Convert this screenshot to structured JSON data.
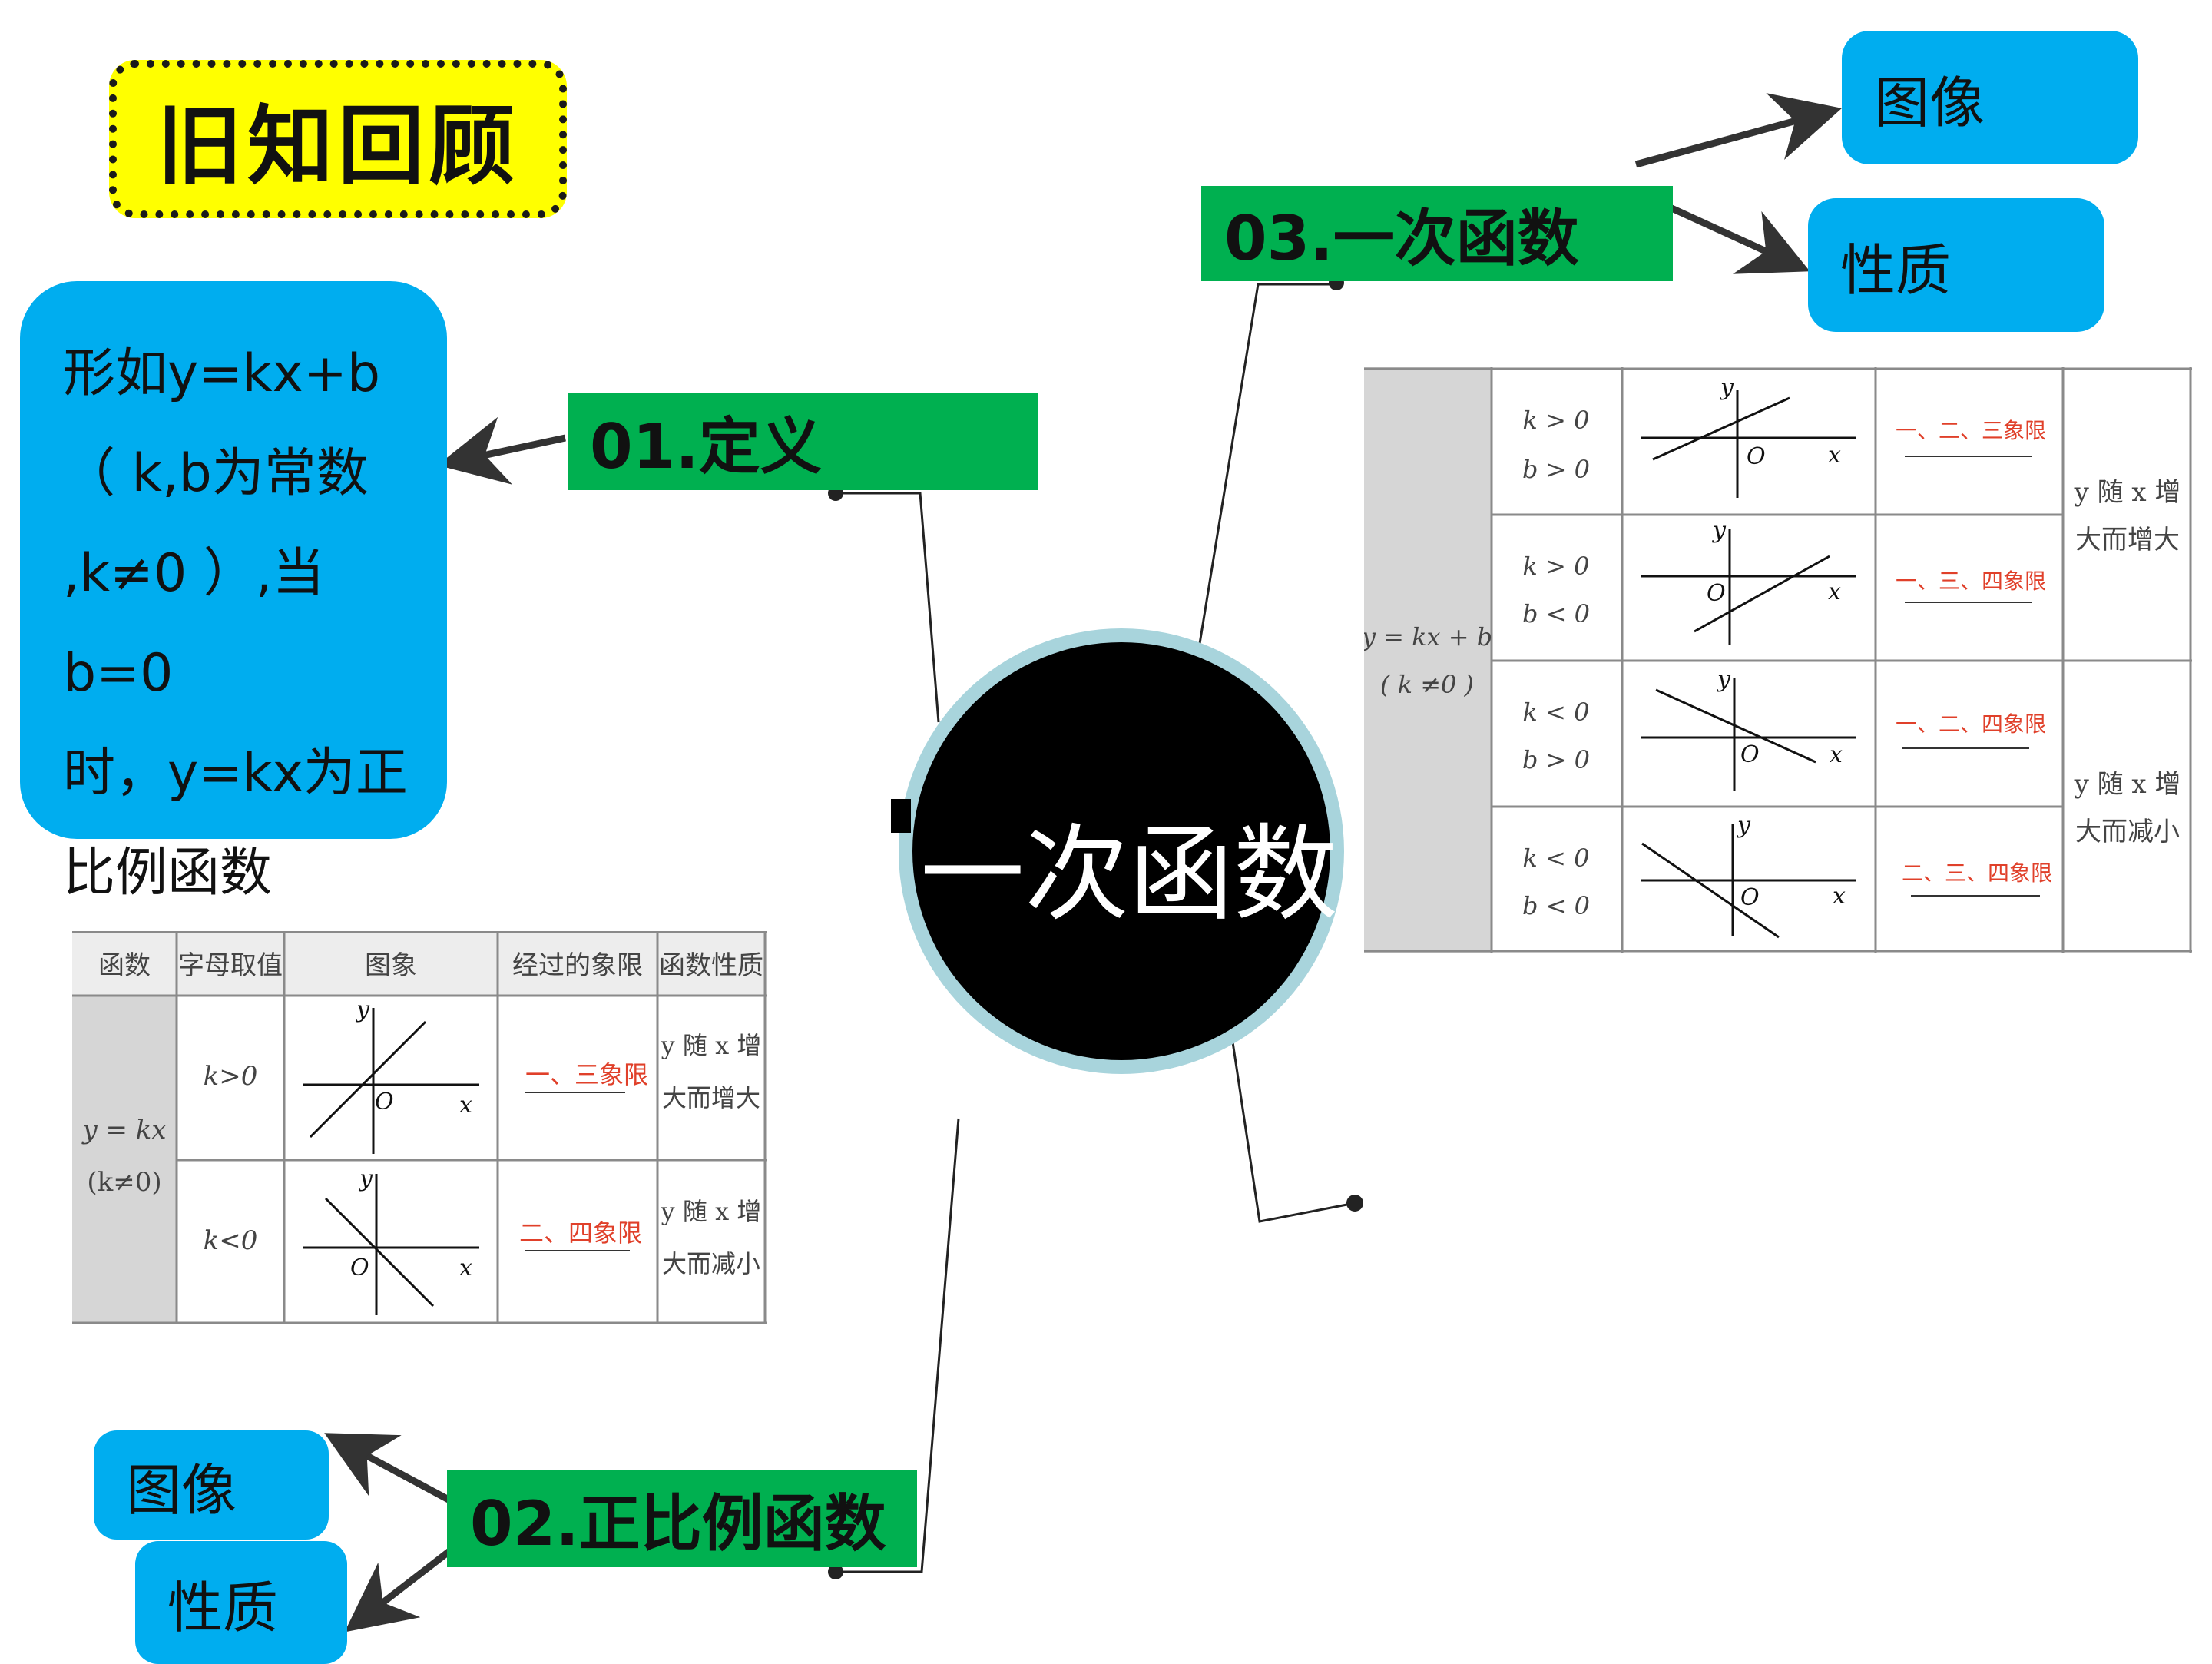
{
  "title": "旧知回顾",
  "center_topic": "一次函数",
  "branches": {
    "b01": {
      "label": "01.定义",
      "definition_lines": [
        "形如y=kx+b",
        "（ k,b为常数",
        ",k≠0 ）,当b=0",
        "时，y=kx为正",
        "比例函数"
      ]
    },
    "b02": {
      "label": "02.正比例函数",
      "child_image": "图像",
      "child_property": "性质"
    },
    "b03": {
      "label": "03.一次函数",
      "child_image": "图像",
      "child_property": "性质"
    }
  },
  "colors": {
    "title_bg": "#ffff00",
    "blue": "#00adef",
    "green": "#00b050",
    "center": "#000000",
    "center_ring": "#a8d4dc",
    "red_text": "#e0402a"
  },
  "table_proportional": {
    "headers": [
      "函数",
      "字母取值",
      "图象",
      "经过的象限",
      "函数性质"
    ],
    "func_label": [
      "y = kx",
      "(k≠0)"
    ],
    "rows": [
      {
        "condition": "k>0",
        "quadrants": "一、三象限",
        "property": [
          "y 随 x 增",
          "大而增大"
        ]
      },
      {
        "condition": "k<0",
        "quadrants": "二、四象限",
        "property": [
          "y 随 x 增",
          "大而减小"
        ]
      }
    ]
  },
  "table_linear": {
    "func_label": [
      "y = kx + b",
      "( k ≠0 )"
    ],
    "rows": [
      {
        "k": "k > 0",
        "b": "b > 0",
        "quadrants": "一、二、三象限"
      },
      {
        "k": "k > 0",
        "b": "b < 0",
        "quadrants": "一、三、四象限"
      },
      {
        "k": "k < 0",
        "b": "b > 0",
        "quadrants": "一、二、四象限"
      },
      {
        "k": "k < 0",
        "b": "b < 0",
        "quadrants": "二、三、四象限"
      }
    ],
    "properties": [
      [
        "y 随 x 增",
        "大而增大"
      ],
      [
        "y 随 x 增",
        "大而减小"
      ]
    ]
  },
  "axis_labels": {
    "x": "x",
    "y": "y",
    "origin": "O"
  }
}
